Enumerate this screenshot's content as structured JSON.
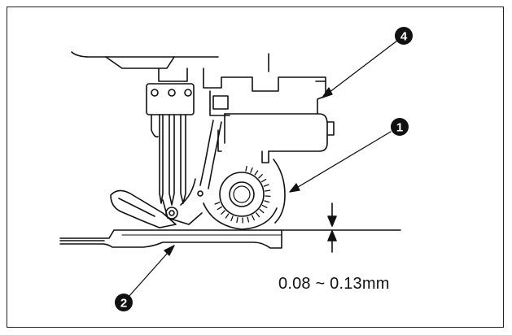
{
  "figure": {
    "callouts": [
      {
        "id": "1",
        "label": "1"
      },
      {
        "id": "2",
        "label": "2"
      },
      {
        "id": "4",
        "label": "4"
      }
    ],
    "measurement": "0.08 ~ 0.13mm"
  }
}
